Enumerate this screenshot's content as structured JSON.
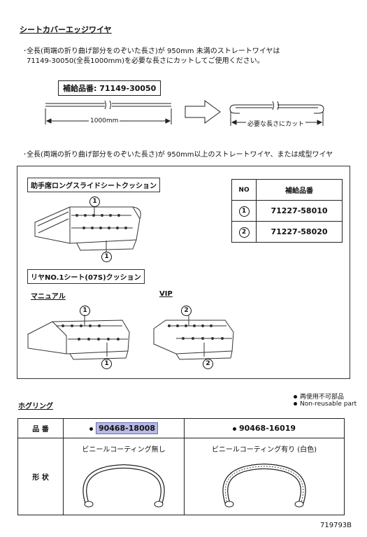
{
  "title": "シートカバーエッジワイヤ",
  "note1_line1": "･全長(両端の折り曲げ部分をのぞいた長さ)が 950mm 未満のストレートワイヤは",
  "note1_line2": "71149-30050(全長1000mm)を必要な長さにカットしてご使用ください。",
  "supply_part_label": "補給品番: 71149-30050",
  "dim_label": "1000mm",
  "cut_label": "必要な長さにカット",
  "note2": "･全長(両端の折り曲げ部分をのぞいた長さ)が 950mm以上のストレートワイヤ、または成型ワイヤ",
  "panel": {
    "section1_title": "助手席ロングスライドシートクッション",
    "section2_title": "リヤNO.1シート(07S)クッション",
    "manual_label": "マニュアル",
    "vip_label": "VIP",
    "callout_1": "1",
    "callout_2": "2"
  },
  "no_table": {
    "header_no": "NO",
    "header_part": "補給品番",
    "rows": [
      {
        "no": "1",
        "part": "71227-58010"
      },
      {
        "no": "2",
        "part": "71227-58020"
      }
    ]
  },
  "hog_ring": {
    "title": "ホグリング",
    "legend_jp": "再使用不可部品",
    "legend_en": "Non-reusable part",
    "row_label_part": "品 番",
    "row_label_shape": "形 状",
    "part1": "90468-18008",
    "part2": "90468-16019",
    "desc1": "ビニールコーティング無し",
    "desc2": "ビニールコーティング有り (白色)"
  },
  "doc_number": "719793B"
}
